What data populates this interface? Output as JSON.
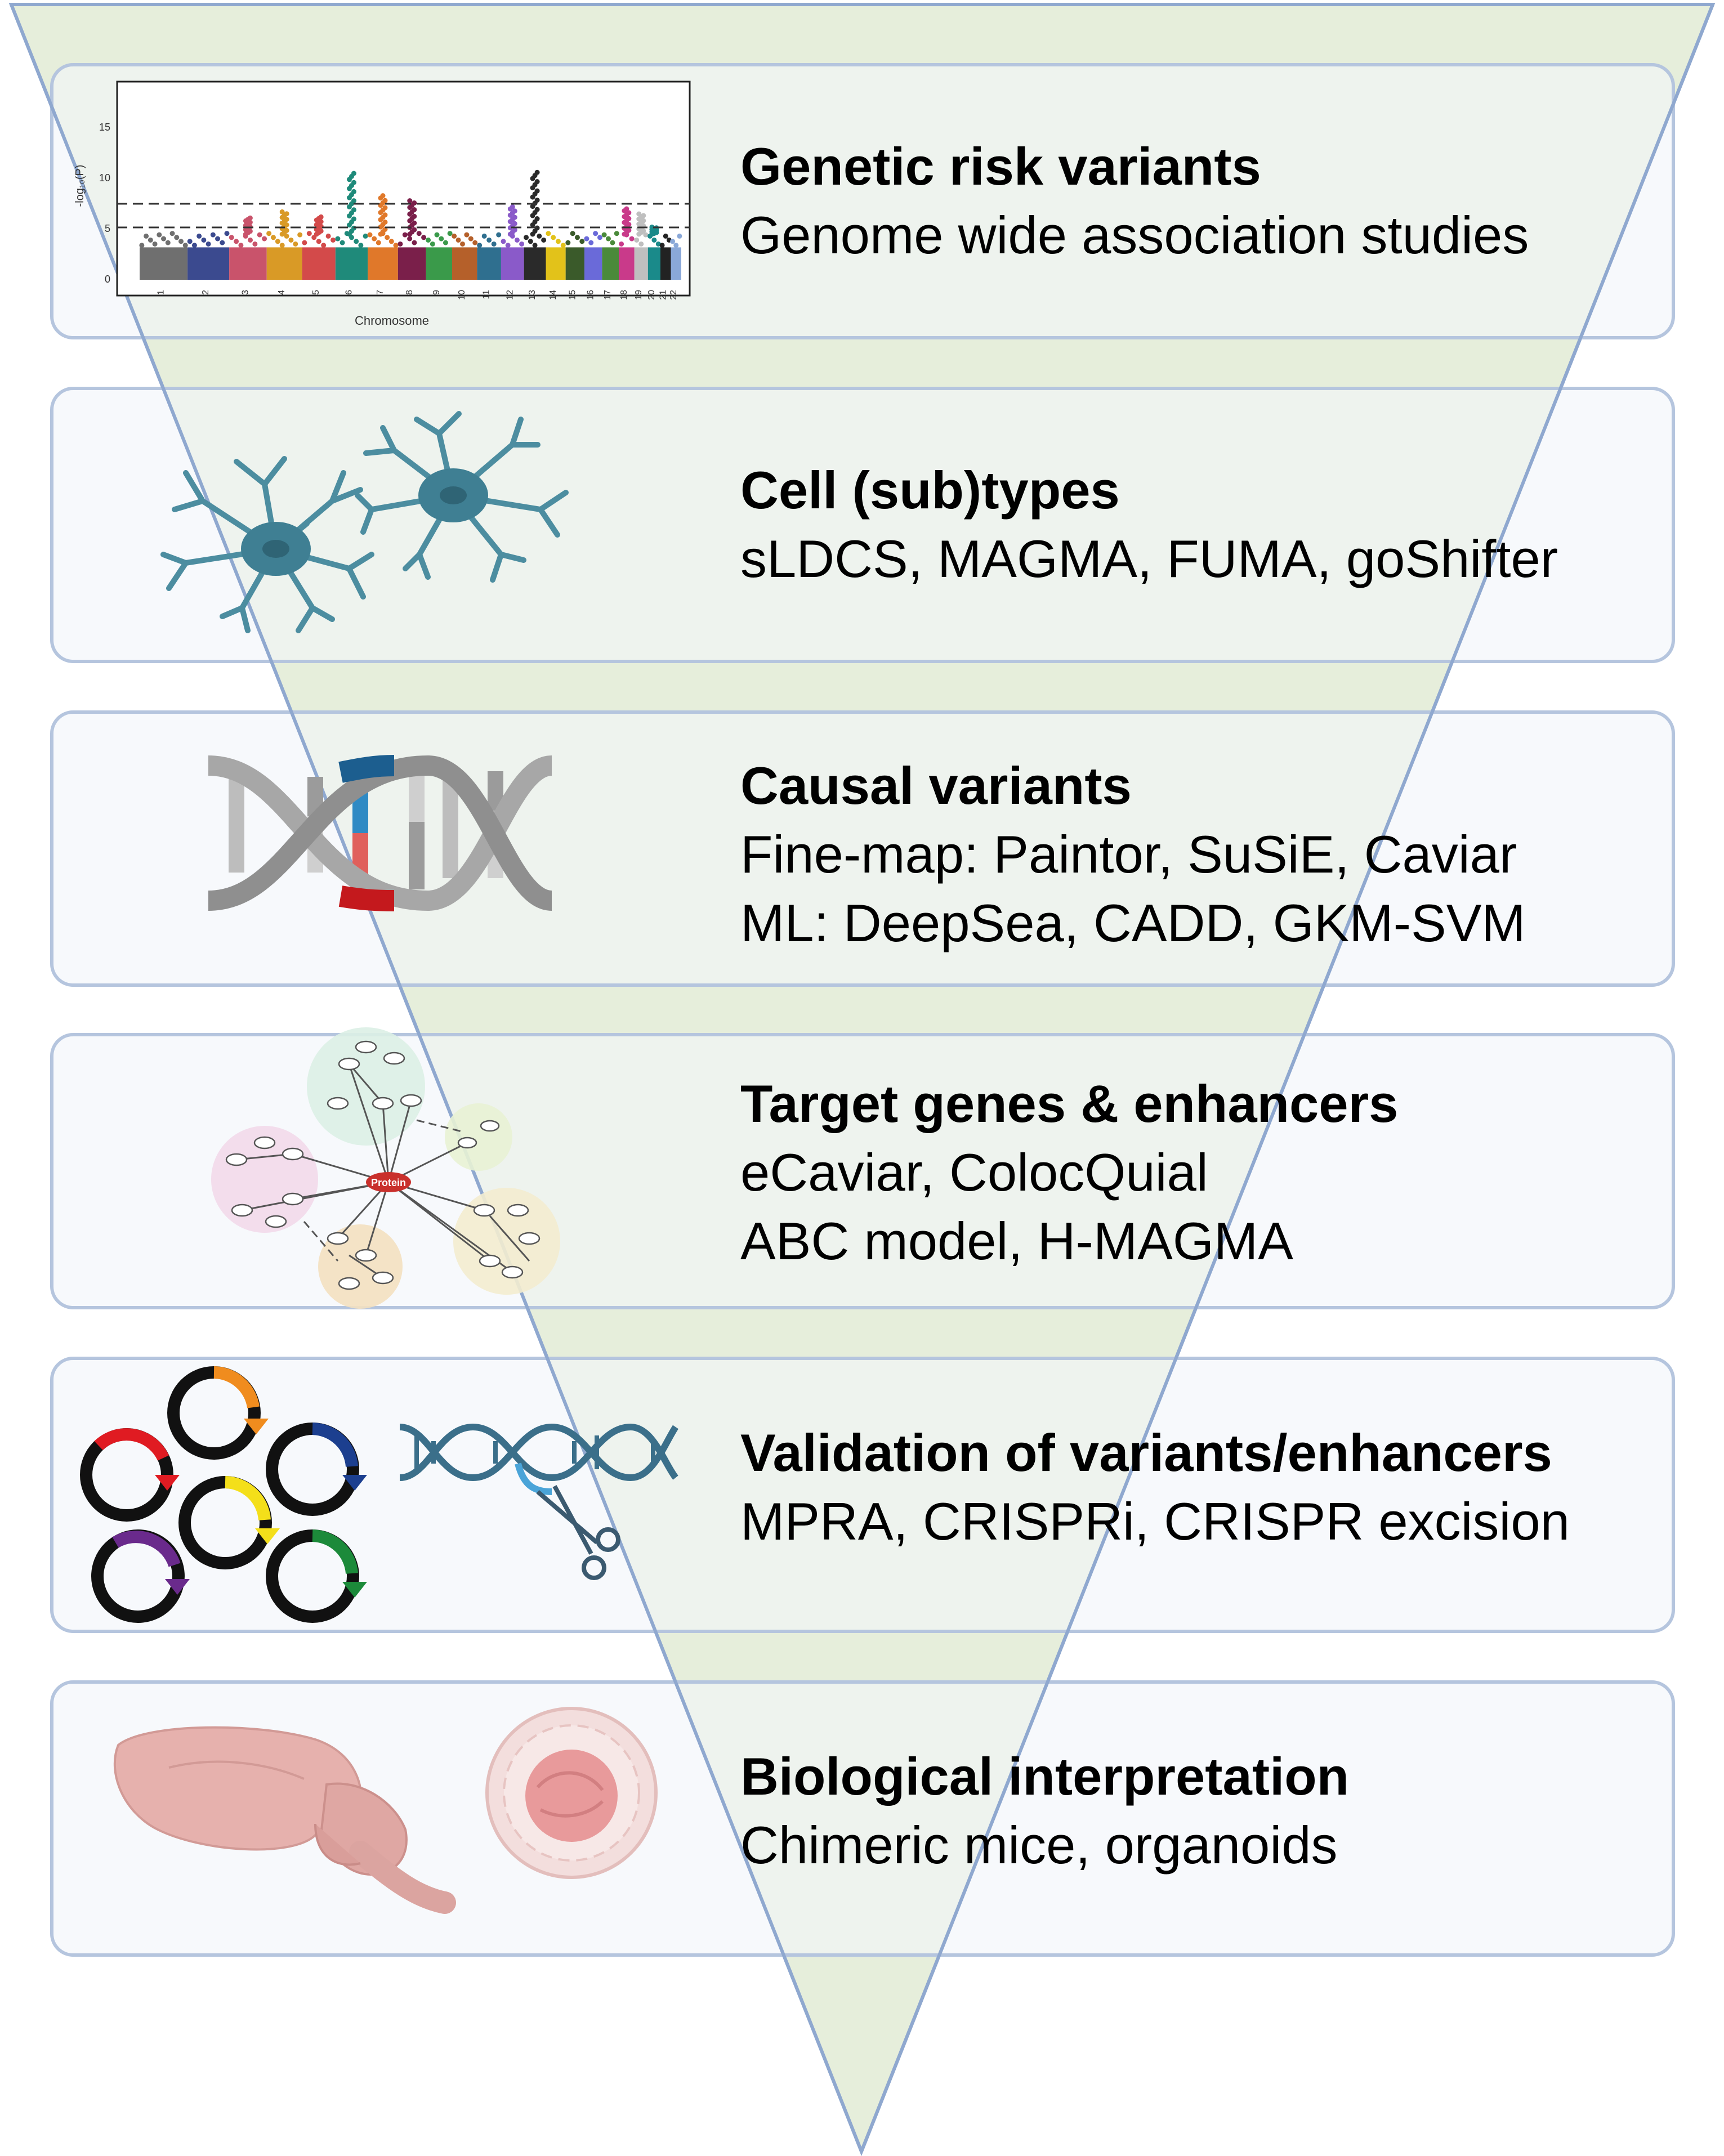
{
  "panels": [
    {
      "title": "Genetic risk variants",
      "lines": [
        "Genome wide association studies"
      ],
      "icon": "manhattan-plot"
    },
    {
      "title": "Cell (sub)types",
      "lines": [
        "sLDCS, MAGMA, FUMA, goShifter"
      ],
      "icon": "astrocyte-cells"
    },
    {
      "title": "Causal variants",
      "lines": [
        "Fine-map: Paintor, SuSiE, Caviar",
        "ML: DeepSea, CADD, GKM-SVM"
      ],
      "icon": "dna-helix"
    },
    {
      "title": "Target genes & enhancers",
      "lines": [
        "eCaviar, ColocQuial",
        "ABC model, H-MAGMA"
      ],
      "icon": "protein-network"
    },
    {
      "title": "Validation of variants/enhancers",
      "lines": [
        "MPRA, CRISPRi, CRISPR excision"
      ],
      "icon": "plasmids-crispr"
    },
    {
      "title": "Biological interpretation",
      "lines": [
        "Chimeric mice, organoids"
      ],
      "icon": "brain-organoid"
    }
  ],
  "manhattan": {
    "ylabel": "-log₁₀(P)",
    "xlabel": "Chromosome",
    "yticks": [
      "0",
      "5",
      "10",
      "15"
    ],
    "chromosomes": [
      "1",
      "2",
      "3",
      "4",
      "5",
      "6",
      "7",
      "8",
      "9",
      "10",
      "11",
      "12",
      "13",
      "14",
      "15",
      "16",
      "17",
      "18",
      "19",
      "20",
      "21",
      "22"
    ]
  },
  "network": {
    "hub_label": "Protein"
  },
  "colors": {
    "funnel_fill": "#e6eedb",
    "funnel_stroke": "#8fa8cf",
    "panel_fill": "#eef2f8",
    "panel_stroke": "#b7c7e0",
    "cell_teal": "#4c8da0",
    "dna_gray": "#a7a7a7",
    "brain_pink": "#e6b1ad"
  }
}
